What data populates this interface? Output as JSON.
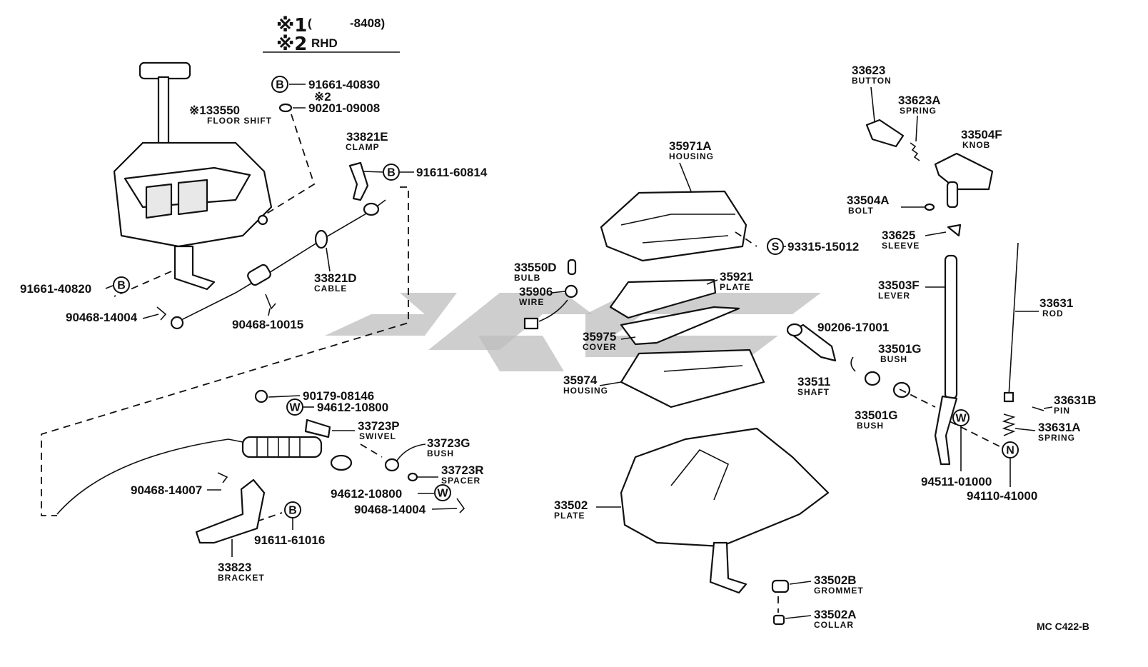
{
  "legend": {
    "mark1": "※1",
    "mark1_paren_open": "(",
    "mark1_text": "-8408)",
    "mark2": "※2",
    "mark2_text": "RHD"
  },
  "circle_letters": {
    "b": "B",
    "w": "W",
    "s": "S",
    "n": "N"
  },
  "parts": {
    "p133550": {
      "number": "※133550",
      "name": "FLOOR SHIFT"
    },
    "p91661_40830": {
      "number": "91661-40830"
    },
    "p2mark": {
      "number": "※2"
    },
    "p90201_09008": {
      "number": "90201-09008"
    },
    "p33821E": {
      "number": "33821E",
      "name": "CLAMP"
    },
    "p91611_60814": {
      "number": "91611-60814"
    },
    "p33821D": {
      "number": "33821D",
      "name": "CABLE"
    },
    "p91661_40820": {
      "number": "91661-40820"
    },
    "p90468_14004a": {
      "number": "90468-14004"
    },
    "p90468_10015": {
      "number": "90468-10015"
    },
    "p90179_08146": {
      "number": "90179-08146"
    },
    "p94612_10800a": {
      "number": "94612-10800"
    },
    "p33723P": {
      "number": "33723P",
      "name": "SWIVEL"
    },
    "p33723G": {
      "number": "33723G",
      "name": "BUSH"
    },
    "p33723R": {
      "number": "33723R",
      "name": "SPACER"
    },
    "p90468_14007": {
      "number": "90468-14007"
    },
    "p94612_10800b": {
      "number": "94612-10800"
    },
    "p90468_14004b": {
      "number": "90468-14004"
    },
    "p91611_61016": {
      "number": "91611-61016"
    },
    "p33823": {
      "number": "33823",
      "name": "BRACKET"
    },
    "p35971A": {
      "number": "35971A",
      "name": "HOUSING"
    },
    "p93315_15012": {
      "number": "93315-15012"
    },
    "p33550D": {
      "number": "33550D",
      "name": "BULB"
    },
    "p35906": {
      "number": "35906",
      "name": "WIRE"
    },
    "p35921": {
      "number": "35921",
      "name": "PLATE"
    },
    "p35975": {
      "number": "35975",
      "name": "COVER"
    },
    "p35974": {
      "number": "35974",
      "name": "HOUSING"
    },
    "p90206_17001": {
      "number": "90206-17001"
    },
    "p33511": {
      "number": "33511",
      "name": "SHAFT"
    },
    "p33501G_a": {
      "number": "33501G",
      "name": "BUSH"
    },
    "p33501G_b": {
      "number": "33501G",
      "name": "BUSH"
    },
    "p33502": {
      "number": "33502",
      "name": "PLATE"
    },
    "p33502B": {
      "number": "33502B",
      "name": "GROMMET"
    },
    "p33502A": {
      "number": "33502A",
      "name": "COLLAR"
    },
    "p33623": {
      "number": "33623",
      "name": "BUTTON"
    },
    "p33623A": {
      "number": "33623A",
      "name": "SPRING"
    },
    "p33504F": {
      "number": "33504F",
      "name": "KNOB"
    },
    "p33504A": {
      "number": "33504A",
      "name": "BOLT"
    },
    "p33625": {
      "number": "33625",
      "name": "SLEEVE"
    },
    "p33503F": {
      "number": "33503F",
      "name": "LEVER"
    },
    "p33631": {
      "number": "33631",
      "name": "ROD"
    },
    "p33631B": {
      "number": "33631B",
      "name": "PIN"
    },
    "p33631A": {
      "number": "33631A",
      "name": "SPRING"
    },
    "p94511_01000": {
      "number": "94511-01000"
    },
    "p94110_41000": {
      "number": "94110-41000"
    }
  },
  "footer": {
    "code": "MC C422-B"
  }
}
